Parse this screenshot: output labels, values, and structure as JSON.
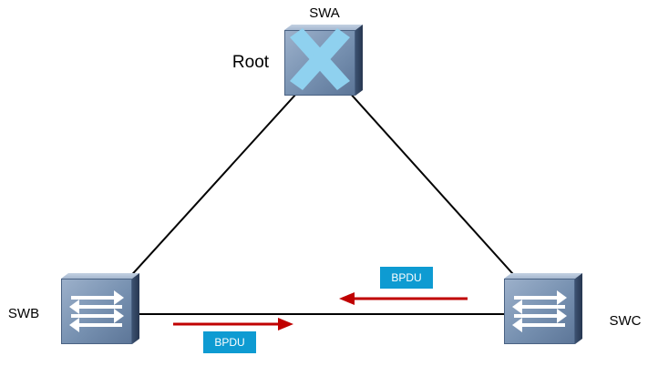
{
  "nodes": {
    "swa": {
      "label": "SWA",
      "role_label": "Root",
      "icon": "root-switch-icon"
    },
    "swb": {
      "label": "SWB",
      "icon": "switch-icon"
    },
    "swc": {
      "label": "SWC",
      "icon": "switch-icon"
    }
  },
  "messages": {
    "bpdu_c_to_b": {
      "label": "BPDU",
      "direction": "right-to-left"
    },
    "bpdu_b_to_c": {
      "label": "BPDU",
      "direction": "left-to-right"
    }
  },
  "colors": {
    "link": "#000000",
    "arrow": "#c00000",
    "bpdu_badge": "#0e9bd2",
    "switch_face": "#7e96b4",
    "x_mark": "#8ed0ee"
  }
}
